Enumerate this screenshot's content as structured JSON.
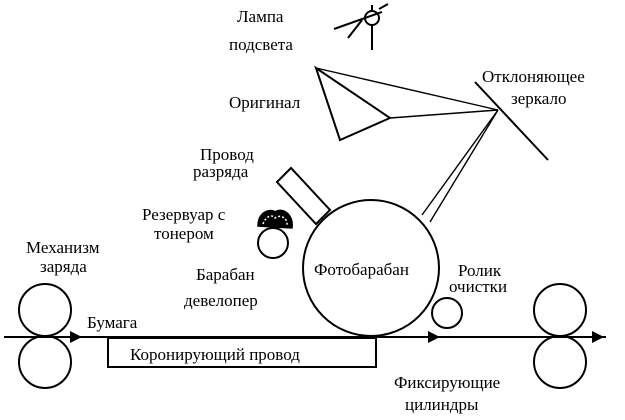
{
  "labels": {
    "lamp_line1": "Лампа",
    "lamp_line2": "подсвета",
    "original": "Оригинал",
    "mirror_line1": "Отклоняющее",
    "mirror_line2": "зеркало",
    "wire_line1": "Провод",
    "wire_line2": "разряда",
    "toner_line1": "Резервуар с",
    "toner_line2": "тонером",
    "charge_line1": "Механизм",
    "charge_line2": "заряда",
    "developer_line1": "Барабан",
    "developer_line2": "девелопер",
    "photodrum": "Фотобарабан",
    "cleaner_line1": "Ролик",
    "cleaner_line2": "очистки",
    "paper": "Бумага",
    "corona": "Коронирующий провод",
    "fuser_line1": "Фиксирующие",
    "fuser_line2": "цилиндры"
  },
  "colors": {
    "ink": "#000000",
    "background": "#ffffff"
  }
}
